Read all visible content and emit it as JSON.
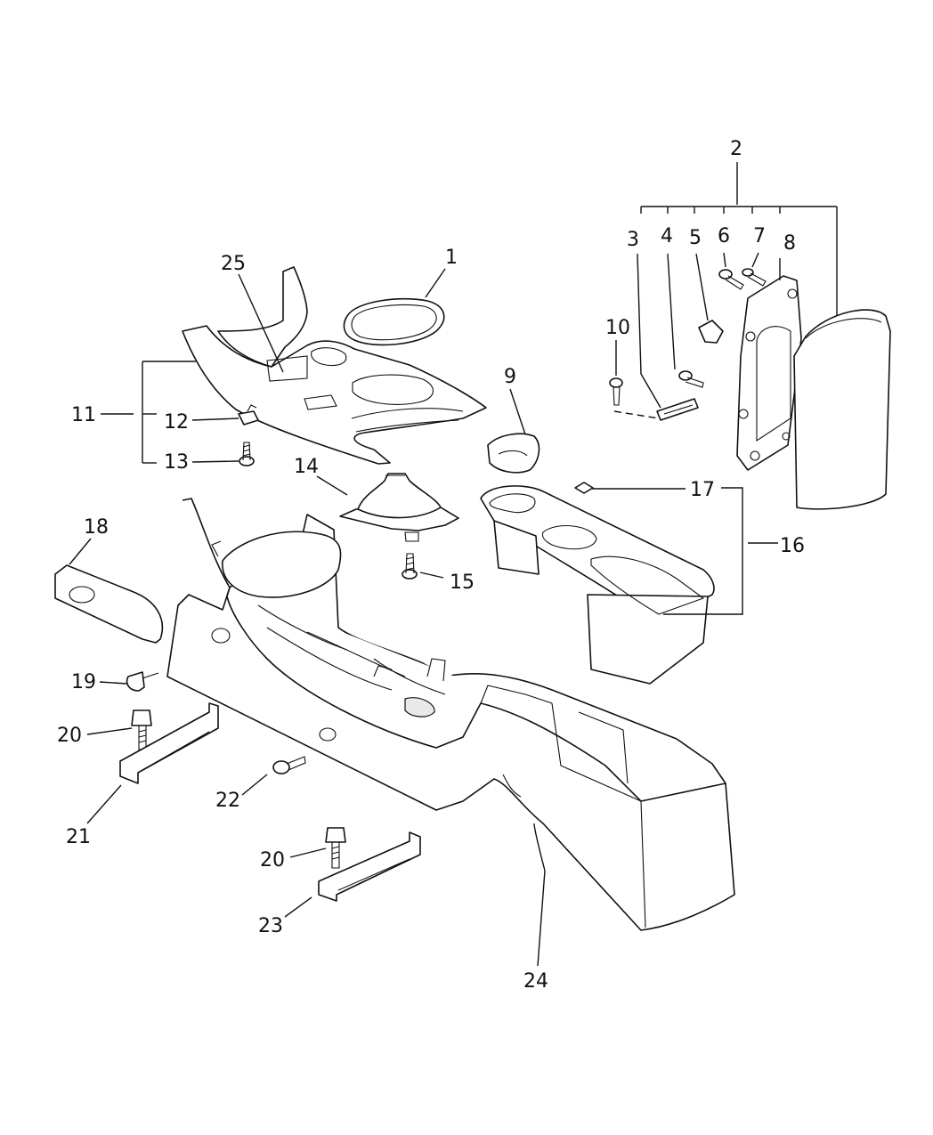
{
  "callouts": {
    "c1": "1",
    "c2": "2",
    "c3": "3",
    "c4": "4",
    "c5": "5",
    "c6": "6",
    "c7": "7",
    "c8": "8",
    "c9": "9",
    "c10": "10",
    "c11": "11",
    "c12": "12",
    "c13": "13",
    "c14": "14",
    "c15": "15",
    "c16": "16",
    "c17": "17",
    "c18": "18",
    "c19": "19",
    "c20a": "20",
    "c20b": "20",
    "c21": "21",
    "c22": "22",
    "c23": "23",
    "c24": "24",
    "c25": "25"
  }
}
